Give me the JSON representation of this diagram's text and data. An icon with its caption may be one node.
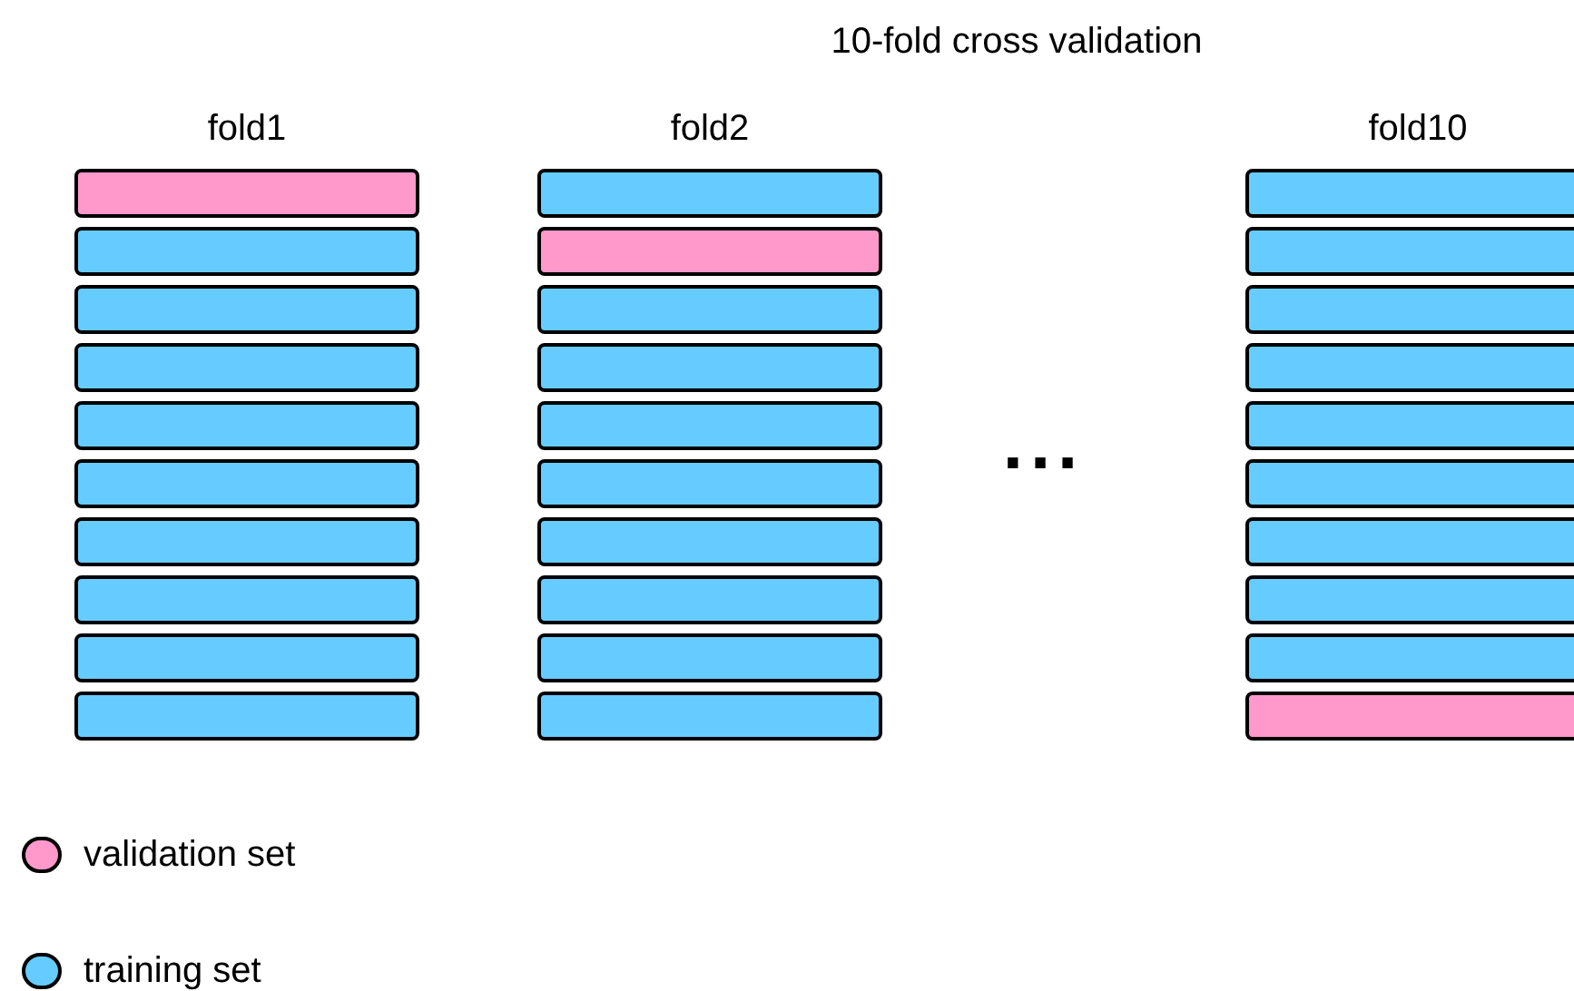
{
  "diagram": {
    "title": "10-fold cross validation",
    "nodes": [
      {
        "text": [],
        "shape": "bar"
      },
      {
        "text": [],
        "shape": "bar"
      },
      {
        "text": [],
        "shape": "bar"
      },
      {
        "text": [],
        "shape": "bar"
      },
      {
        "text": [],
        "shape": "bar"
      },
      {
        "text": [],
        "shape": "bar"
      },
      {
        "text": [],
        "shape": "bar"
      },
      {
        "text": [],
        "shape": "bar"
      },
      {
        "text": [],
        "shape": "bar"
      },
      {
        "text": [],
        "shape": "bar"
      },
      {
        "text": [],
        "shape": "bar"
      },
      {
        "text": [],
        "shape": "bar"
      },
      {
        "text": [],
        "shape": "bar"
      },
      {
        "text": [],
        "shape": "bar"
      },
      {
        "text": [],
        "shape": "bar"
      },
      {
        "text": [],
        "shape": "bar"
      },
      {
        "text": [],
        "shape": "bar"
      },
      {
        "text": [],
        "shape": "bar"
      },
      {
        "text": [],
        "shape": "bar"
      },
      {
        "text": [],
        "shape": "bar"
      },
      {
        "text": [],
        "shape": "bar"
      },
      {
        "text": [],
        "shape": "bar"
      },
      {
        "text": [],
        "shape": "bar"
      },
      {
        "text": [],
        "shape": "bar"
      },
      {
        "text": [],
        "shape": "bar"
      },
      {
        "text": [],
        "shape": "bar"
      },
      {
        "text": [],
        "shape": "bar"
      },
      {
        "text": [],
        "shape": "bar"
      },
      {
        "text": [],
        "shape": "bar"
      },
      {
        "text": [],
        "shape": "bar"
      }
    ],
    "labels": [
      "fold1",
      "fold2",
      "fold10",
      "..."
    ],
    "legend": [
      {
        "text": "validation set",
        "color": "#ff99cc"
      },
      {
        "text": "training set",
        "color": "#66ccff"
      }
    ]
  }
}
